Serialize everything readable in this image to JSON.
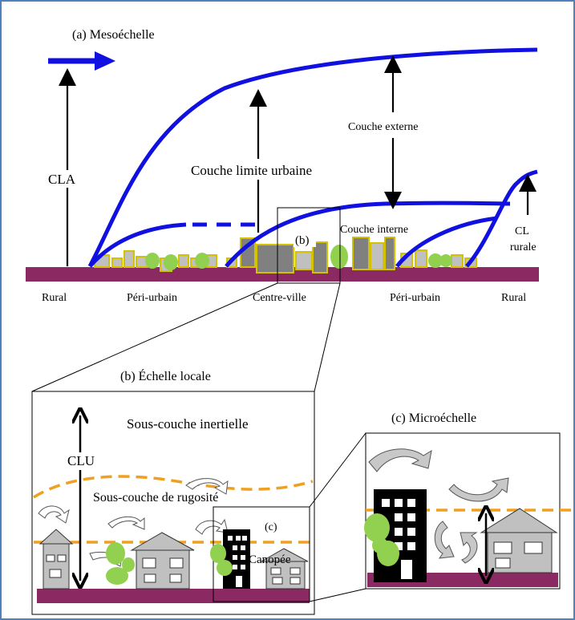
{
  "meso": {
    "title": "(a)  Mesoéchelle",
    "cla": "CLA",
    "cl_urbaine": "Couche limite urbaine",
    "couche_externe": "Couche externe",
    "couche_interne": "Couche interne",
    "box_b": "(b)",
    "cl_rurale_1": "CL",
    "cl_rurale_2": "rurale",
    "zones": [
      "Rural",
      "Péri-urbain",
      "Centre-ville",
      "Péri-urbain",
      "Rural"
    ]
  },
  "local": {
    "title": "(b)  Échelle locale",
    "inertielle": "Sous-couche inertielle",
    "clu": "CLU",
    "rugosite": "Sous-couche de rugosité",
    "canopee": "Canopée",
    "box_c": "(c)"
  },
  "micro": {
    "title": "(c)  Microéchelle"
  },
  "colors": {
    "boundary": "#1010e0",
    "ground": "#8b2a62",
    "building_fill": "#c0c0c0",
    "building_outline": "#d4c200",
    "dark_building": "#808080",
    "tree": "#92d050",
    "dashed": "#f0a020",
    "frame": "#4f81bd"
  }
}
